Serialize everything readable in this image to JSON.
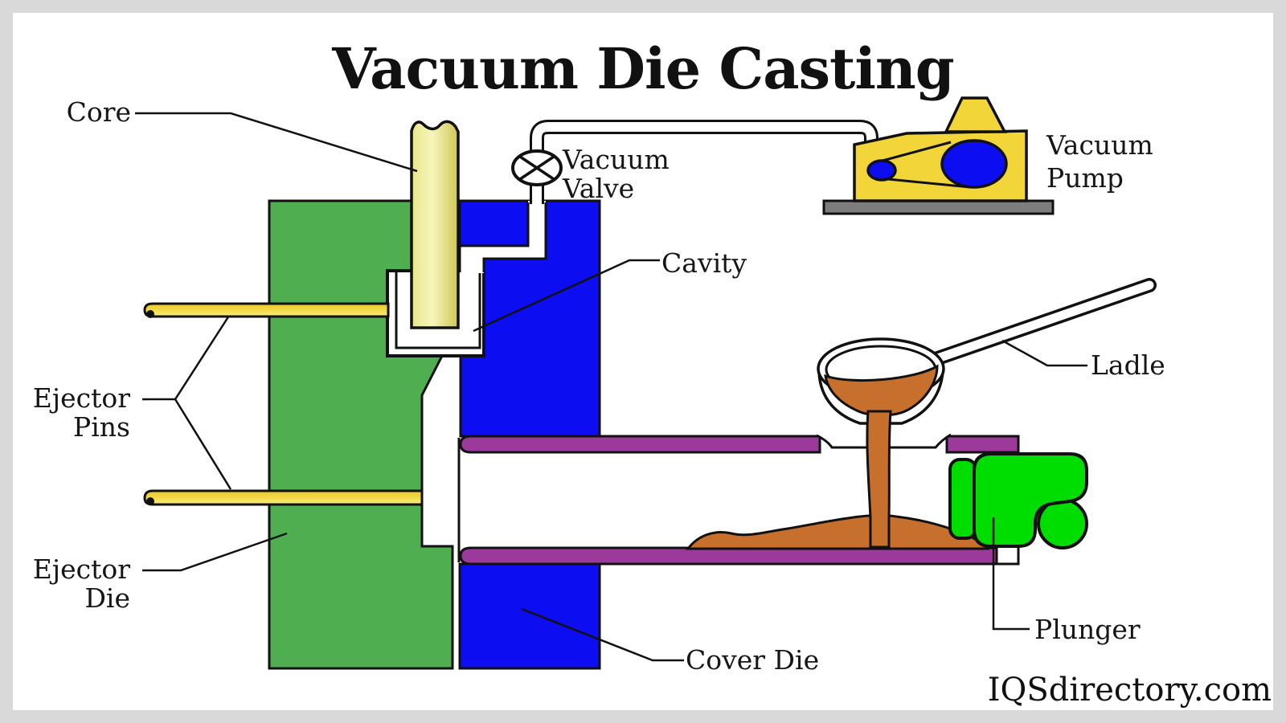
{
  "title": "Vacuum Die Casting",
  "watermark": "IQSdirectory.com",
  "labels": {
    "core": "Core",
    "vacuum_valve": [
      "Vacuum",
      "Valve"
    ],
    "vacuum_pump": [
      "Vacuum",
      "Pump"
    ],
    "cavity": "Cavity",
    "ejector_pins": [
      "Ejector",
      "Pins"
    ],
    "ejector_die": [
      "Ejector",
      "Die"
    ],
    "cover_die": "Cover Die",
    "ladle": "Ladle",
    "plunger": "Plunger"
  },
  "colors": {
    "ejector_die_green": "#4fae50",
    "cover_die_blue": "#0d0df2",
    "shot_sleeve_purple": "#9c3a9c",
    "molten_metal_orange": "#c7702e",
    "plunger_green": "#00dd00",
    "pump_yellow": "#f2d639",
    "base_gray": "#7d7d7d",
    "white": "#ffffff",
    "frame_gray": "#d9d9d9",
    "outline_black": "#111111"
  }
}
